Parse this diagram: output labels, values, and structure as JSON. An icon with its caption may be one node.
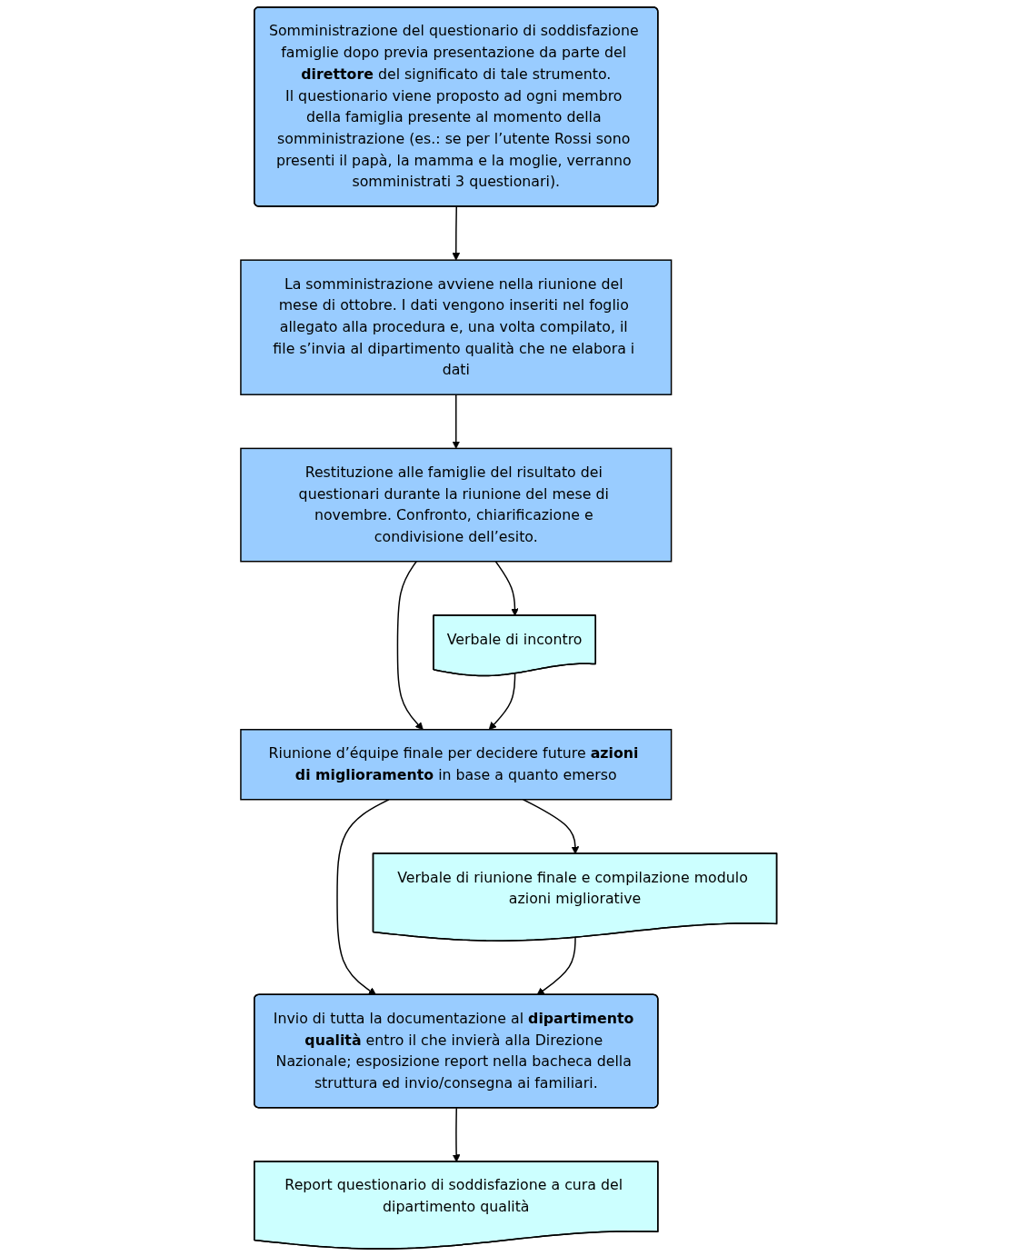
{
  "diagram": {
    "nodes": [
      {
        "text": [
          "Somministrazione del questionario di soddisfazione famiglie dopo previa presentazione da parte del **direttore** del significato di tale strumento.",
          "Il questionario viene proposto ad ogni membro della famiglia presente al momento della somministrazione (es.: se per l’utente Rossi sono presenti il papà, la mamma e la moglie, verranno somministrati 3 questionari)."
        ]
      },
      {
        "text": [
          "La somministrazione avviene nella riunione del mese di ottobre. I dati vengono inseriti nel foglio allegato alla procedura e, una volta compilato, il file s’invia al dipartimento qualità che ne elabora i dati"
        ]
      },
      {
        "text": [
          "Restituzione alle famiglie del risultato dei questionari durante la riunione del mese di novembre. Confronto, chiarificazione e condivisione dell’esito."
        ]
      },
      {
        "text": [
          "Verbale di incontro"
        ]
      },
      {
        "text": [
          "Riunione d’équipe finale per decidere future **azioni di miglioramento** in base a quanto emerso"
        ]
      },
      {
        "text": [
          "Verbale di riunione finale e compilazione modulo azioni migliorative"
        ]
      },
      {
        "text": [
          "Invio di tutta la documentazione al **dipartimento qualità** entro il che invierà alla Direzione Nazionale; esposizione report nella bacheca della struttura ed invio/consegna ai familiari."
        ]
      },
      {
        "text": [
          "Report questionario di soddisfazione a cura del dipartimento qualità"
        ]
      }
    ],
    "edges": [
      {
        "from": 0,
        "to": 1,
        "arrow": "to"
      },
      {
        "from": 1,
        "to": 2,
        "arrow": "to"
      },
      {
        "from": 2,
        "to": 3,
        "arrow": "to"
      },
      {
        "from": 2,
        "to": 4,
        "arrow": "to"
      },
      {
        "from": 3,
        "to": 4,
        "arrow": "to"
      },
      {
        "from": 4,
        "to": 5,
        "arrow": "to"
      },
      {
        "from": 4,
        "to": 6,
        "arrow": "to"
      },
      {
        "from": 5,
        "to": 6,
        "arrow": "to"
      },
      {
        "from": 6,
        "to": 7,
        "arrow": "to"
      }
    ]
  }
}
